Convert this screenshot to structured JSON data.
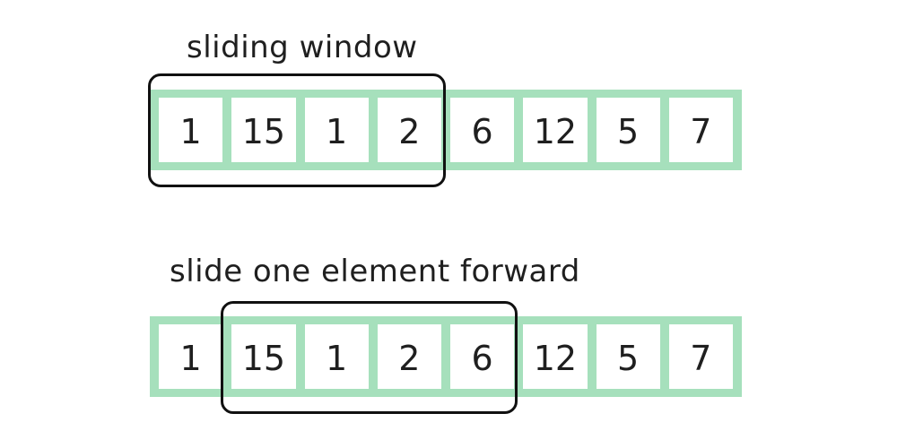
{
  "diagram": {
    "top": {
      "caption": "sliding window",
      "values": [
        "1",
        "15",
        "1",
        "2",
        "6",
        "12",
        "5",
        "7"
      ],
      "window_start_index": 0,
      "window_size": 4
    },
    "bottom": {
      "caption": "slide one element forward",
      "values": [
        "1",
        "15",
        "1",
        "2",
        "6",
        "12",
        "5",
        "7"
      ],
      "window_start_index": 1,
      "window_size": 4
    },
    "colors": {
      "array_fill": "#a6e0bc",
      "cell_fill": "#ffffff",
      "window_border": "#111111",
      "text": "#1f1f1f"
    }
  }
}
